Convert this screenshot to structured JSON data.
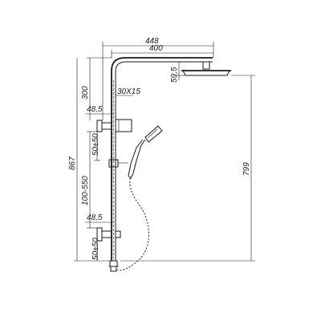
{
  "dimensions": {
    "overall_width": "448",
    "arm_length": "400",
    "head_drop": "59,5",
    "upper_height": "300",
    "bar_section": "30X15",
    "upper_offset": "48,5",
    "upper_adjust": "50±50",
    "total_height": "867",
    "holder_range": "100-550",
    "lower_offset": "48,5",
    "lower_adjust": "50±50",
    "head_height": "799"
  },
  "colors": {
    "line": "#1a1a1a",
    "background": "#ffffff"
  }
}
